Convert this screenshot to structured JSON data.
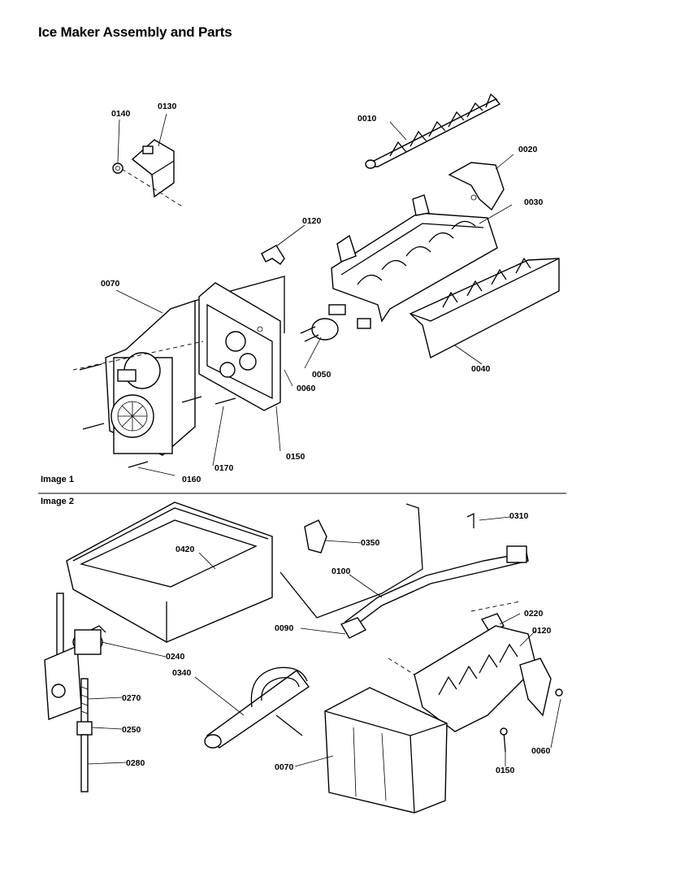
{
  "title": "Ice Maker Assembly and Parts",
  "sections": {
    "image1": "Image 1",
    "image2": "Image 2"
  },
  "image1_parts": {
    "p0140": "0140",
    "p0130": "0130",
    "p0010": "0010",
    "p0020": "0020",
    "p0030": "0030",
    "p0120": "0120",
    "p0070": "0070",
    "p0050": "0050",
    "p0060": "0060",
    "p0040": "0040",
    "p0150": "0150",
    "p0170": "0170",
    "p0160": "0160"
  },
  "image2_parts": {
    "p0310": "0310",
    "p0350": "0350",
    "p0420": "0420",
    "p0100": "0100",
    "p0220": "0220",
    "p0090": "0090",
    "p0120": "0120",
    "p0240": "0240",
    "p0340": "0340",
    "p0270": "0270",
    "p0250": "0250",
    "p0280": "0280",
    "p0070": "0070",
    "p0150": "0150",
    "p0060": "0060"
  }
}
